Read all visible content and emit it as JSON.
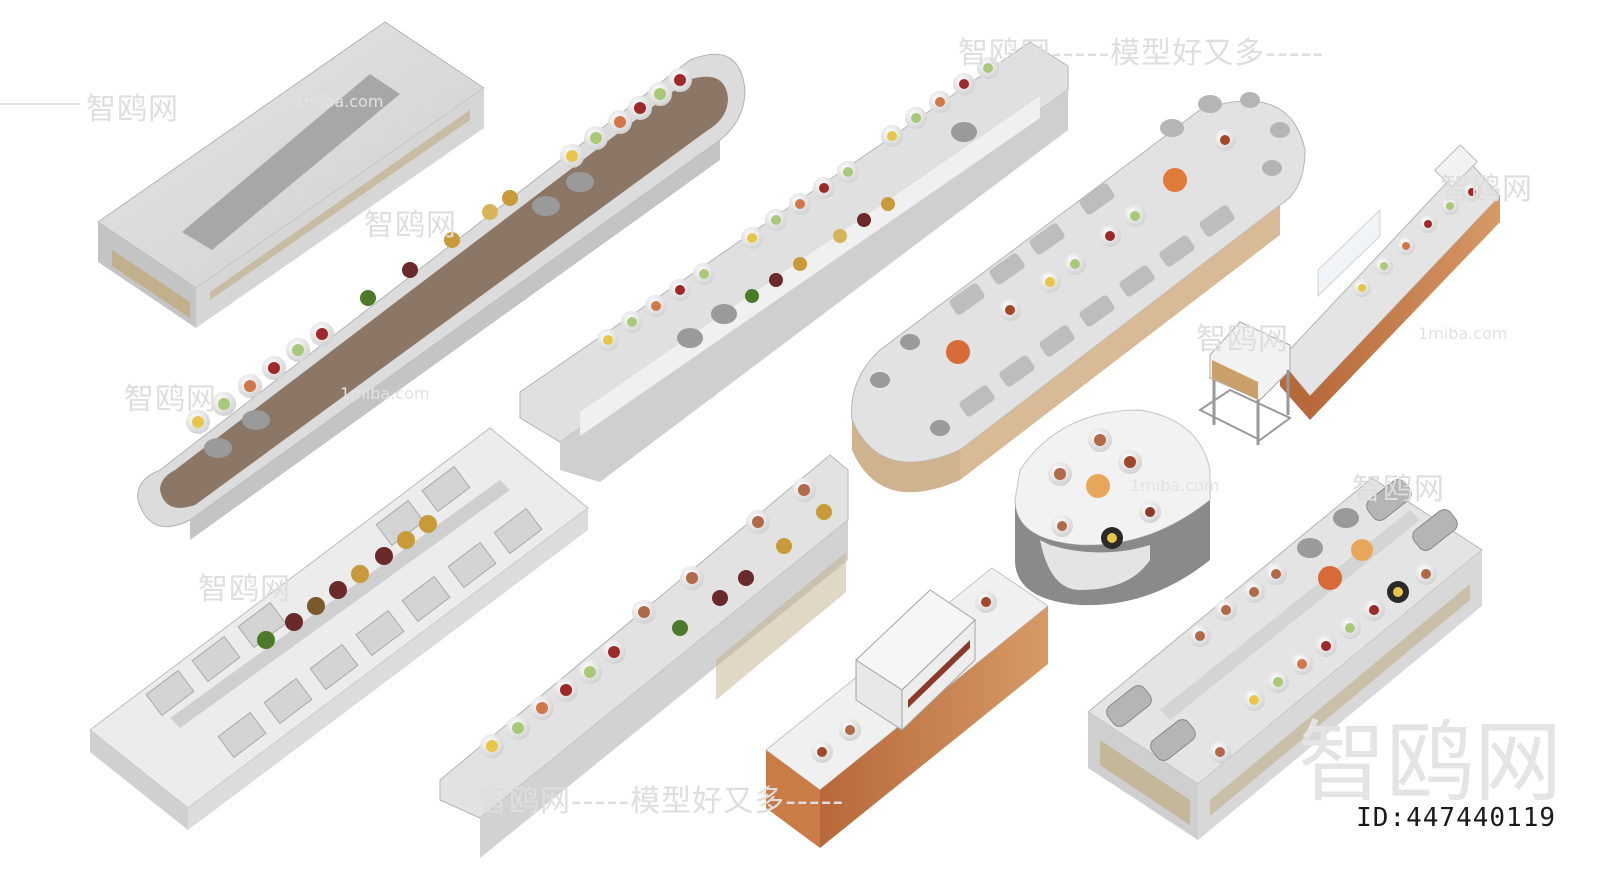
{
  "watermark": {
    "site_cn": "智鸥网",
    "slogan": "智鸥网-----模型好又多-----",
    "slogan_top": "智鸥网-----模型好又多-----",
    "domain": "1miba.com",
    "logo_big": "智鸥网"
  },
  "id_label": "ID:447440119",
  "colors": {
    "counter_top": "#dcdcdc",
    "counter_side": "#bfbfbf",
    "wood": "#c9834f",
    "tray": "#8c7766",
    "steel": "#a9a9a9"
  }
}
